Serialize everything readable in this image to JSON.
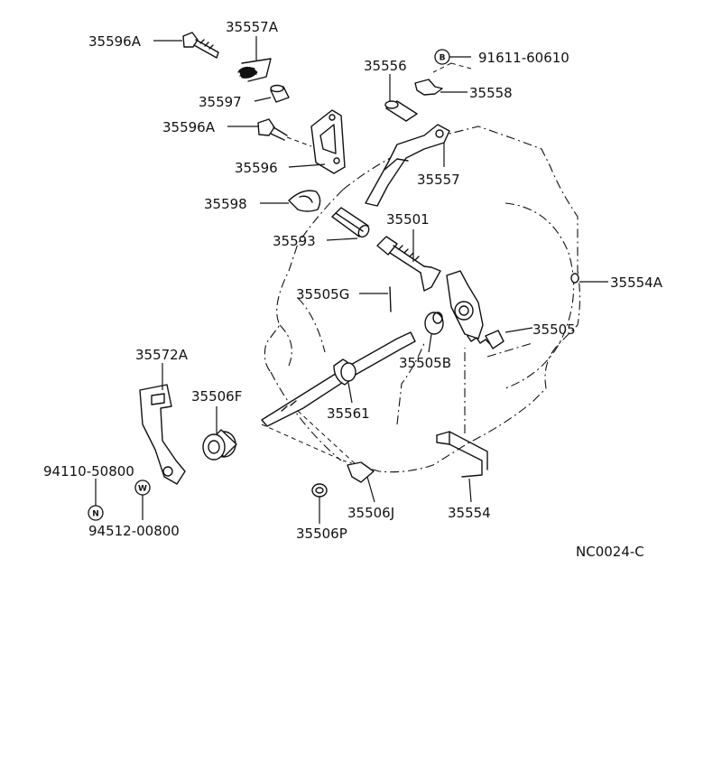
{
  "diagram": {
    "code": "NC0024-C",
    "parts": [
      {
        "label": "35596A"
      },
      {
        "label": "35557A"
      },
      {
        "label": "35597"
      },
      {
        "label": "35596A"
      },
      {
        "label": "35596"
      },
      {
        "label": "35556"
      },
      {
        "label": "91611-60610",
        "badge": "B"
      },
      {
        "label": "35558"
      },
      {
        "label": "35557"
      },
      {
        "label": "35598"
      },
      {
        "label": "35501"
      },
      {
        "label": "35593"
      },
      {
        "label": "35554A"
      },
      {
        "label": "35505G"
      },
      {
        "label": "35505"
      },
      {
        "label": "35505B"
      },
      {
        "label": "35572A"
      },
      {
        "label": "35506F"
      },
      {
        "label": "35561"
      },
      {
        "label": "94110-50800",
        "badge": "N"
      },
      {
        "label": "94512-00800",
        "badge": "W"
      },
      {
        "label": "35506J"
      },
      {
        "label": "35554"
      },
      {
        "label": "35506P"
      }
    ]
  }
}
